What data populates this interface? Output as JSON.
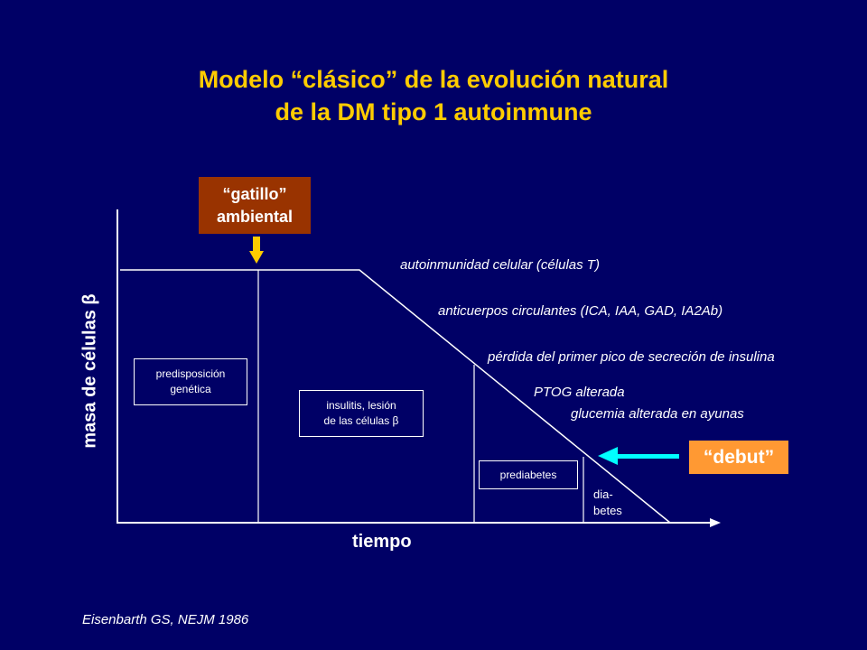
{
  "title": {
    "line1": "Modelo “clásico” de la evolución natural",
    "line2": "de la DM tipo 1 autoinmune"
  },
  "trigger_box": {
    "line1": "“gatillo”",
    "line2": "ambiental"
  },
  "axes": {
    "x_label": "tiempo",
    "y_label": "masa de células β"
  },
  "stages": {
    "predisposition": [
      "predisposición",
      "genética"
    ],
    "insulitis": [
      "insulitis, lesión",
      "de las células β"
    ],
    "prediabetes": "prediabetes",
    "diabetes": [
      "dia-",
      "betes"
    ]
  },
  "annotations": {
    "cellular_autoimmunity": "autoinmunidad celular (células T)",
    "circulating_antibodies": "anticuerpos circulantes (ICA, IAA, GAD, IA2Ab)",
    "first_peak_loss": "pérdida del primer pico de secreción de insulina",
    "ptog": "PTOG alterada",
    "fasting_glucose": "glucemia alterada en ayunas"
  },
  "debut_label": "“debut”",
  "citation": "Eisenbarth GS, NEJM 1986",
  "colors": {
    "background": "#000066",
    "title": "#ffcc00",
    "trigger_box": "#993300",
    "trigger_arrow": "#ffcc00",
    "debut_box": "#ff9933",
    "debut_arrow": "#00ffff",
    "lines": "#ffffff"
  }
}
